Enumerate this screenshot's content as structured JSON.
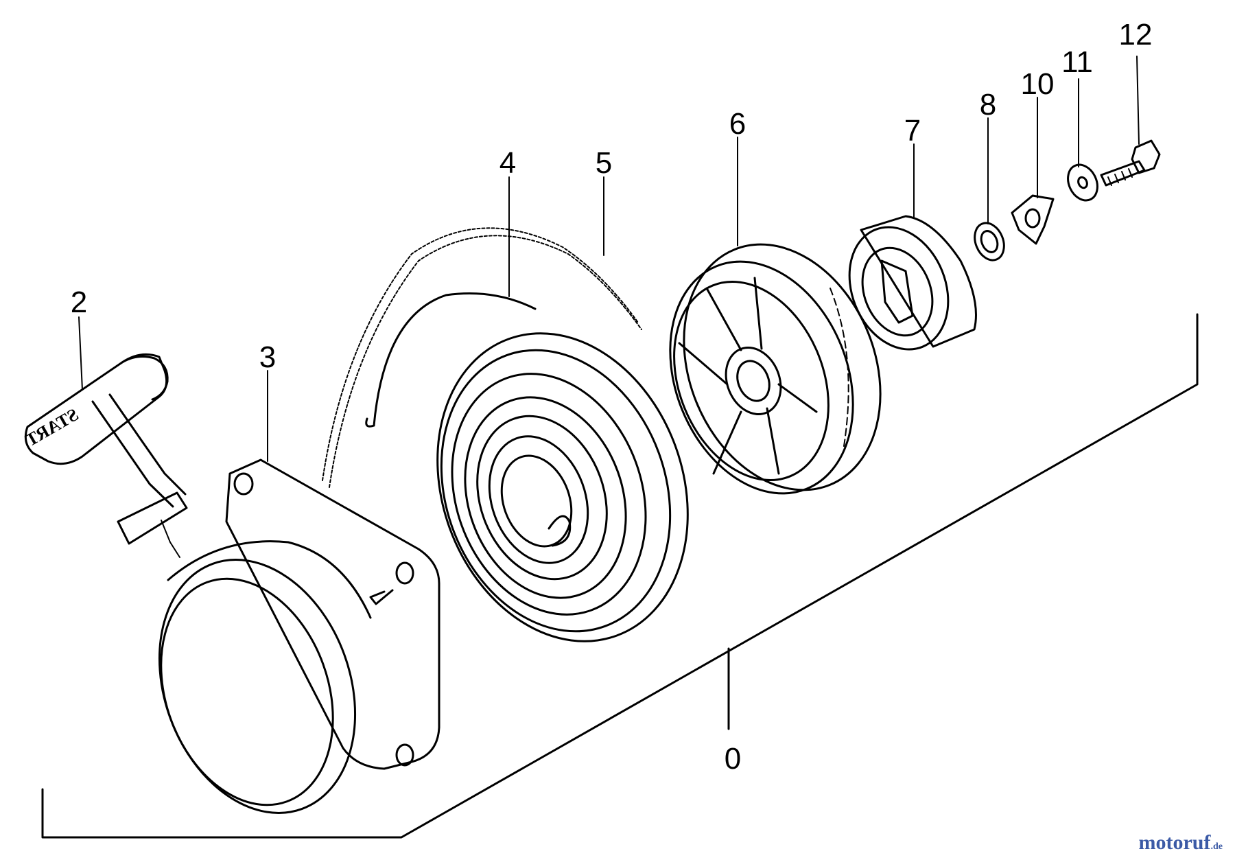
{
  "diagram": {
    "callouts": [
      "0",
      "2",
      "3",
      "4",
      "5",
      "6",
      "7",
      "8",
      "10",
      "11",
      "12"
    ],
    "handle_text": "START"
  },
  "watermark": {
    "brand": "motoruf",
    "tld": ".de",
    "color": "#3b5aa6"
  }
}
